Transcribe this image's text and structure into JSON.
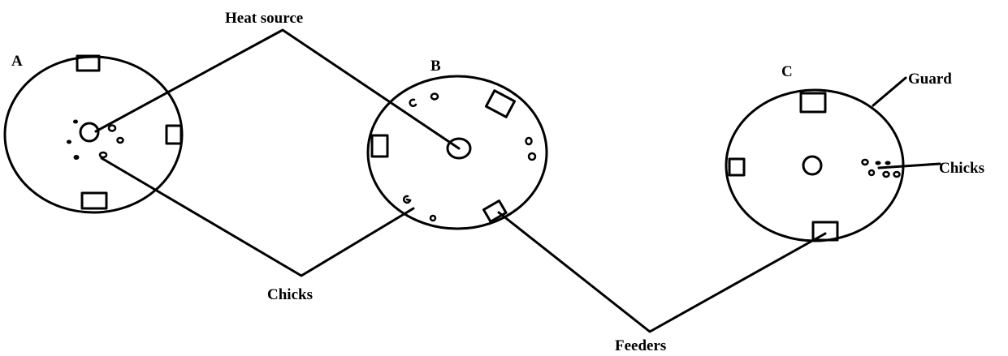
{
  "labels": {
    "heat_source": "Heat source",
    "chicks_bottom": "Chicks",
    "feeders": "Feeders",
    "guard": "Guard",
    "chicks_right": "Chicks"
  },
  "brooders": {
    "a": {
      "letter": "A"
    },
    "b": {
      "letter": "B"
    },
    "c": {
      "letter": "C"
    }
  }
}
